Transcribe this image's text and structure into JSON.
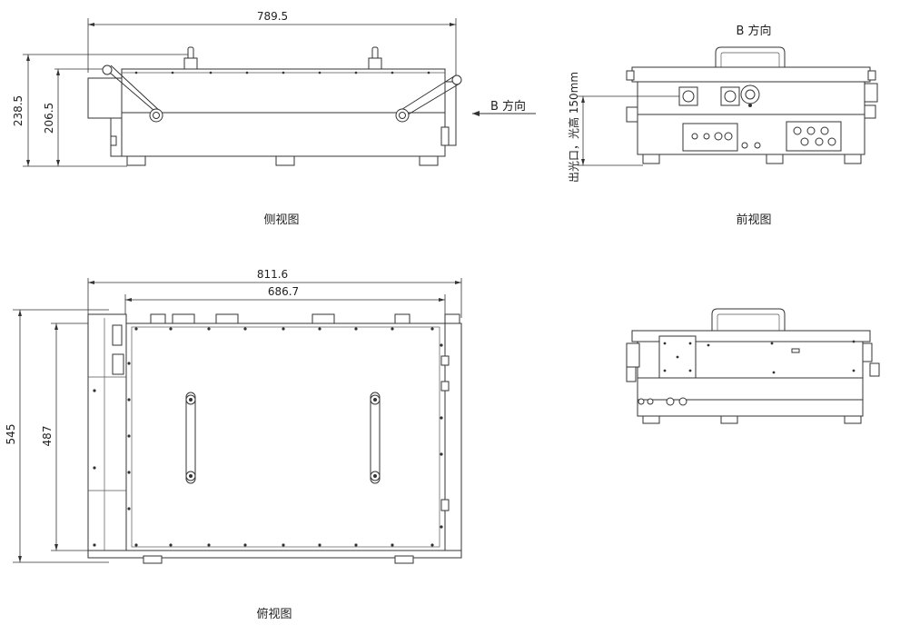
{
  "dimensions": {
    "side_length": "789.5",
    "side_height_total": "238.5",
    "side_height_body": "206.5",
    "top_length_total": "811.6",
    "top_length_body": "686.7",
    "top_width_total": "545",
    "top_width_body": "487",
    "front_output_height": "出光口，光高 150mm"
  },
  "labels": {
    "b_direction_side": "B 方向",
    "b_direction_front": "B 方向"
  },
  "captions": {
    "side_view": "侧视图",
    "front_view": "前视图",
    "top_view": "俯视图"
  }
}
